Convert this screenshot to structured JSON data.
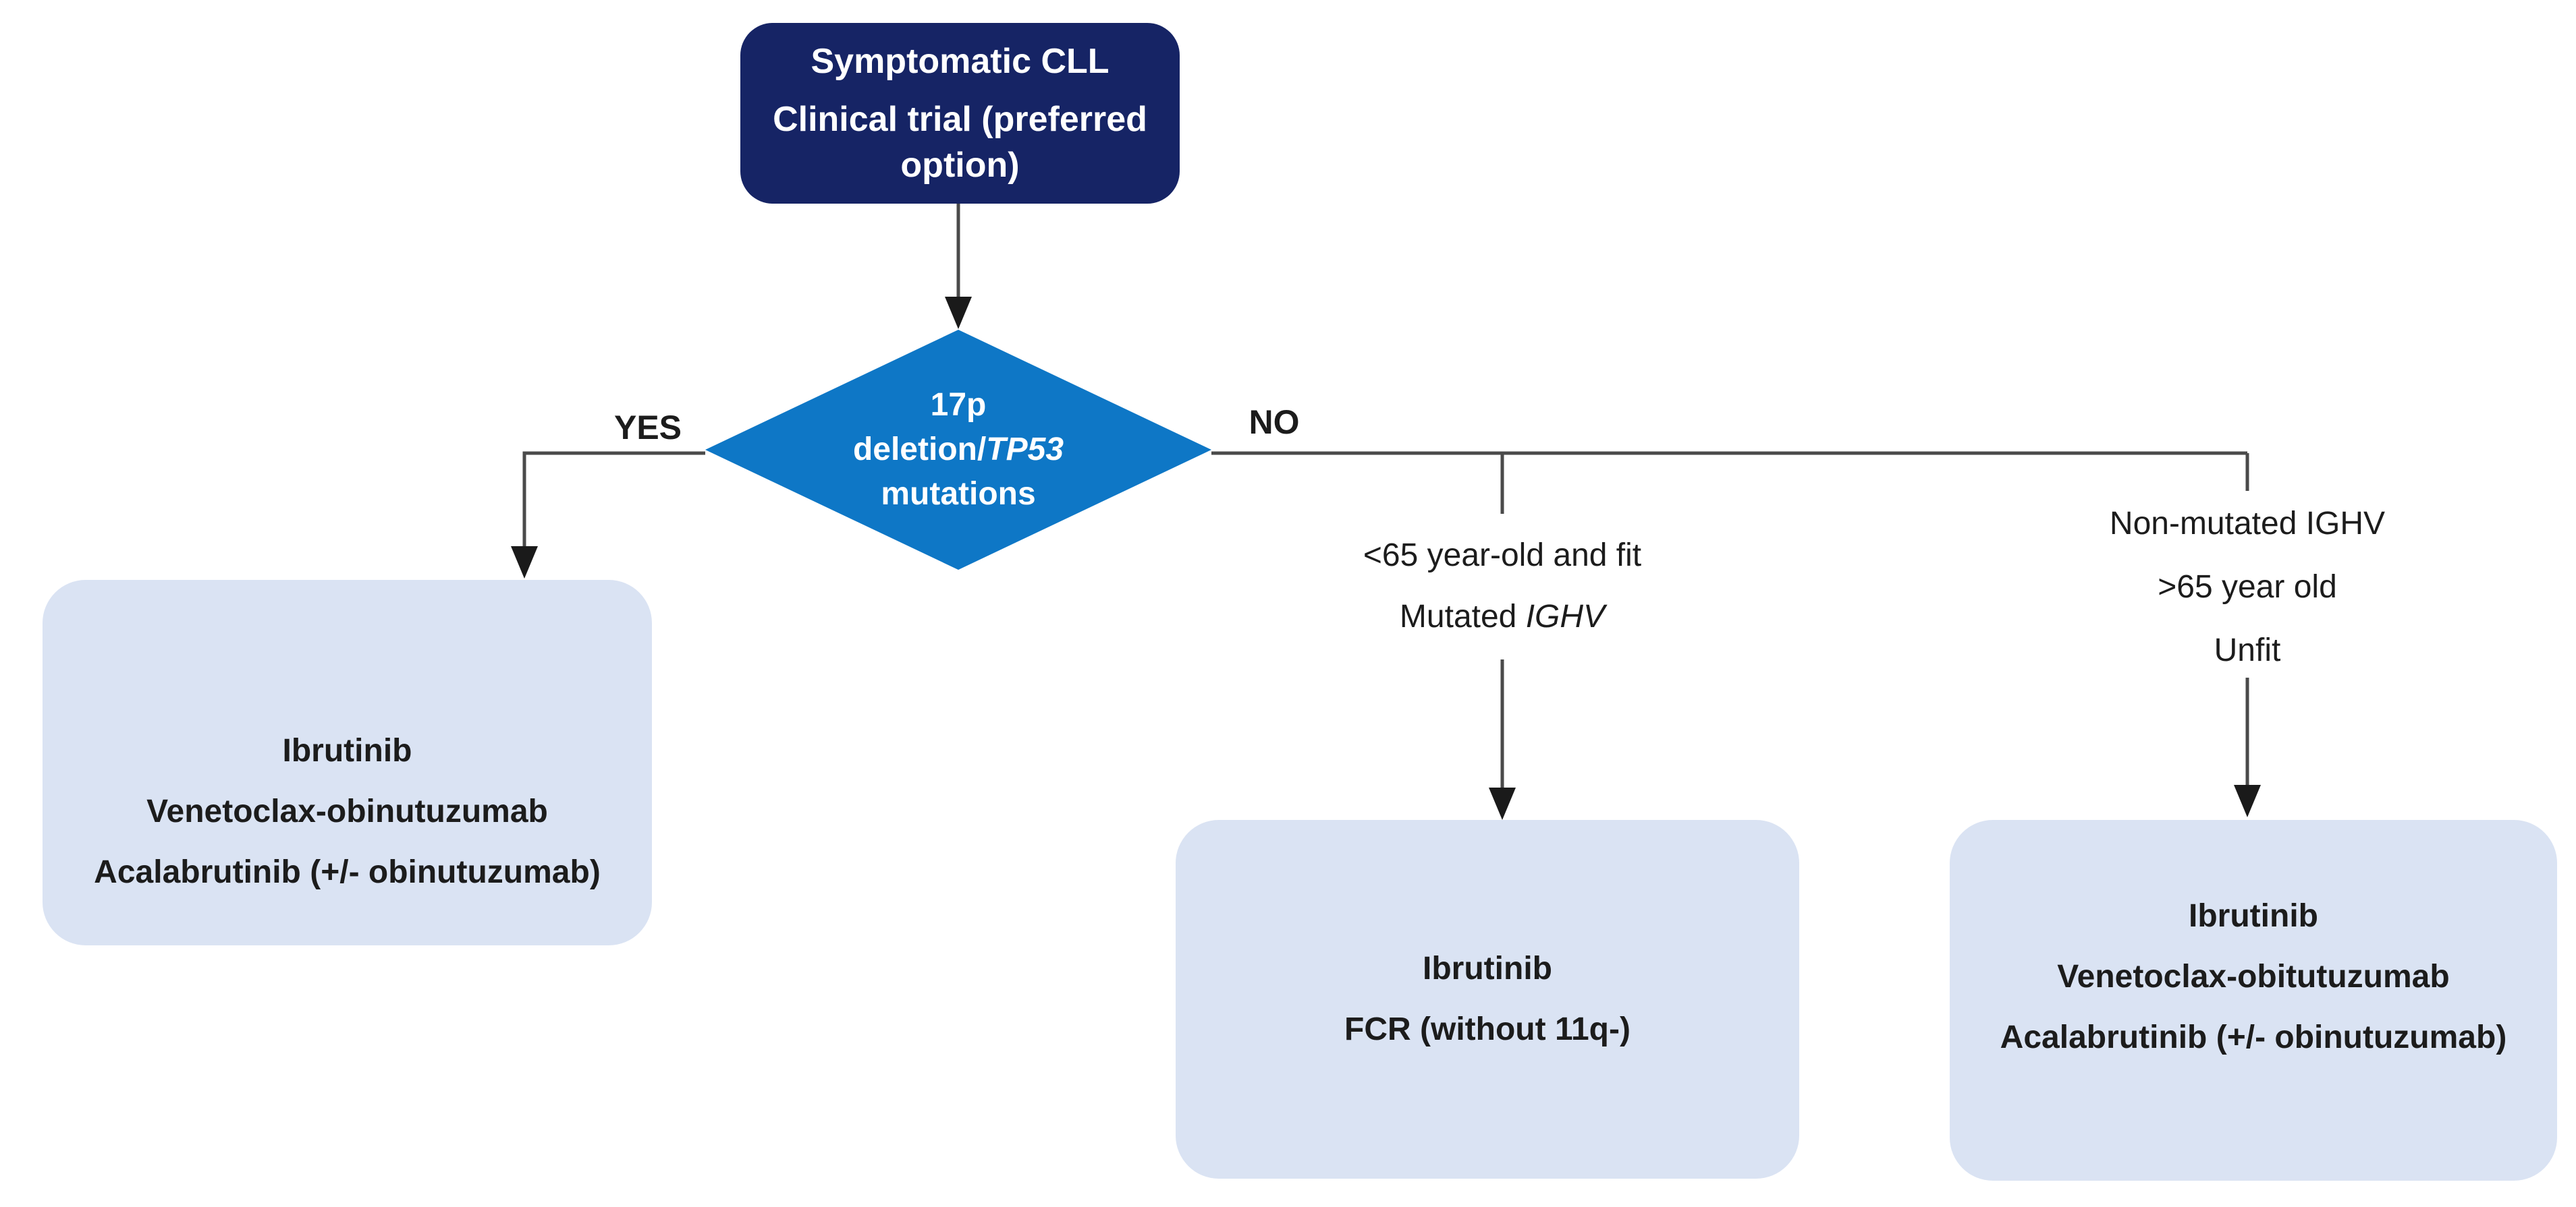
{
  "flowchart": {
    "start": {
      "line1": "Symptomatic CLL",
      "line2": "Clinical trial (preferred option)"
    },
    "decision": {
      "line1": "17p",
      "line2_prefix": "deletion/",
      "line2_gene": "TP53",
      "line3": "mutations"
    },
    "edge_labels": {
      "yes": "YES",
      "no": "NO"
    },
    "branch_del17p": {
      "treatments": [
        "Ibrutinib",
        "Venetoclax-obinutuzumab",
        "Acalabrutinib (+/- obinutuzumab)"
      ]
    },
    "branch_fit": {
      "condition_line1": "<65 year-old and fit",
      "condition_line2_prefix": "Mutated ",
      "condition_line2_gene": "IGHV",
      "treatments": [
        "Ibrutinib",
        "FCR (without 11q-)"
      ]
    },
    "branch_unfit": {
      "conditions": [
        "Non-mutated IGHV",
        ">65 year old",
        "Unfit"
      ],
      "treatments": [
        "Ibrutinib",
        "Venetoclax-obitutuzumab",
        "Acalabrutinib (+/- obinutuzumab)"
      ]
    },
    "colors": {
      "start_fill": "#162465",
      "decision_fill": "#0e77c6",
      "outcome_fill": "#dae3f3",
      "connector": "#4a4a4a",
      "arrowhead": "#1a1a1a",
      "text_dark": "#1c1c1c",
      "text_light": "#ffffff"
    }
  }
}
